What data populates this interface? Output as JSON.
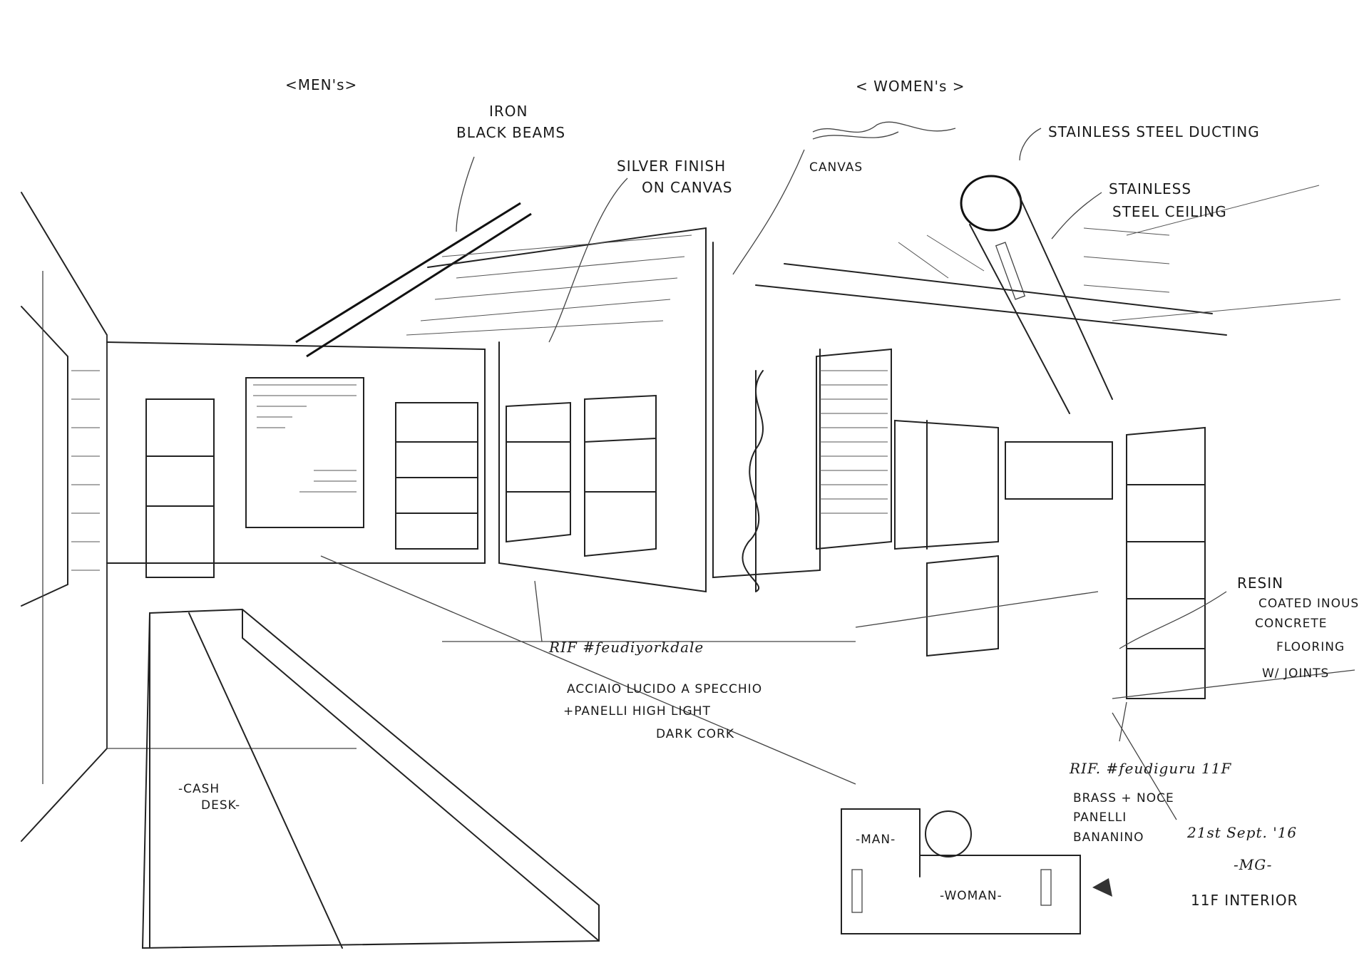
{
  "sections": {
    "mens": "<MEN's>",
    "womens": "< WOMEN's >"
  },
  "annotations": {
    "iron_beams": [
      "IRON",
      "BLACK BEAMS"
    ],
    "silver_finish": [
      "SILVER FINISH",
      "ON CANVAS"
    ],
    "canvas": "CANVAS",
    "ducting": "STAINLESS STEEL DUCTING",
    "ceiling": [
      "STAINLESS",
      "STEEL CEILING"
    ],
    "flooring": [
      "RESIN",
      "COATED INOUS",
      "CONCRETE",
      "FLOORING",
      "W/ JOINTS"
    ],
    "cash_desk": [
      "-CASH",
      "DESK-"
    ]
  },
  "references": {
    "left": {
      "ref": "RIF #feudiyorkdale",
      "lines": [
        "ACCIAIO  LUCIDO  A SPECCHIO",
        "+PANELLI  HIGH LIGHT",
        "DARK CORK"
      ]
    },
    "right": {
      "ref": "RIF. #feudiguru  11F",
      "lines": [
        "BRASS + NOCE",
        "PANELLI",
        "BANANINO"
      ]
    }
  },
  "floor_plan": {
    "man_label": "-MAN-",
    "woman_label": "-WOMAN-"
  },
  "signature": {
    "date": "21st Sept. '16",
    "initials": "-MG-",
    "title": "11F INTERIOR"
  }
}
